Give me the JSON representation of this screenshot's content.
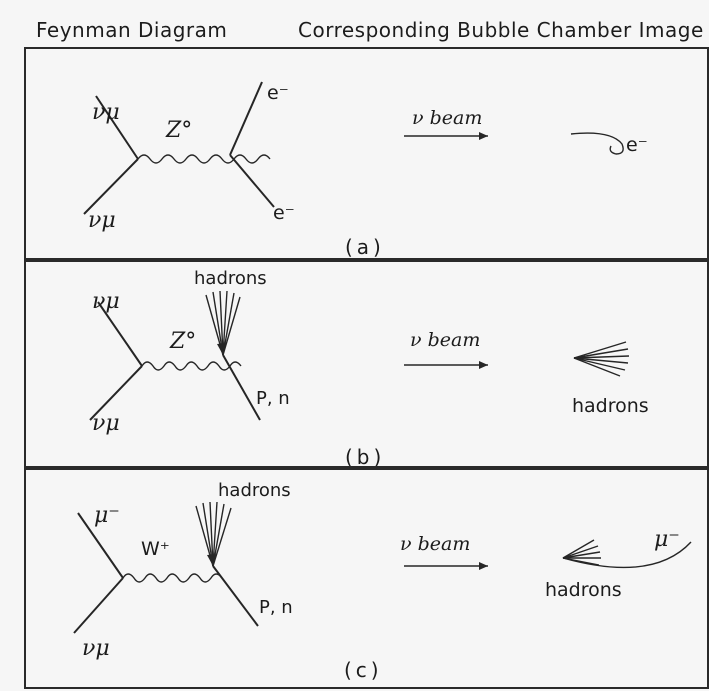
{
  "header": {
    "left_title": "Feynman Diagram",
    "right_title": "Corresponding Bubble Chamber Image"
  },
  "panels": [
    {
      "tag": "(a)",
      "incoming_top": "νμ",
      "incoming_bottom": "νμ",
      "boson": "Z°",
      "outgoing_top": "e⁻",
      "outgoing_bottom": "e⁻",
      "beam": "ν beam",
      "image_label": "e⁻"
    },
    {
      "tag": "(b)",
      "incoming_top": "νμ",
      "incoming_bottom": "νμ",
      "boson": "Z°",
      "hadrons": "hadrons",
      "outgoing_bottom": "P, n",
      "beam": "ν beam",
      "image_label": "hadrons"
    },
    {
      "tag": "(c)",
      "incoming_top": "μ⁻",
      "incoming_bottom": "νμ",
      "boson": "W⁺",
      "hadrons": "hadrons",
      "outgoing_bottom": "P, n",
      "beam": "ν beam",
      "image_label_muon": "μ⁻",
      "image_label_hadrons": "hadrons"
    }
  ]
}
